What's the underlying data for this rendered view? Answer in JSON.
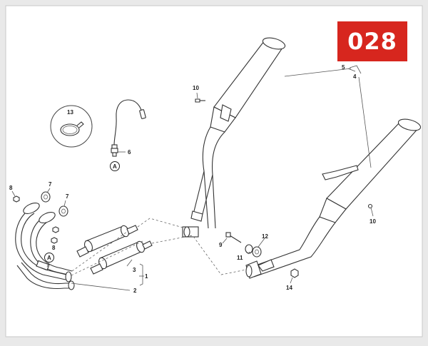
{
  "page_code": "028",
  "colors": {
    "badge": "#d7261e",
    "background": "#e9e9e9",
    "panel": "#ffffff",
    "line": "#333333"
  },
  "callouts": {
    "c1": "1",
    "c2": "2",
    "c3": "3",
    "c4": "4",
    "c5": "5",
    "c6": "6",
    "c7a": "7",
    "c7b": "7",
    "c8a": "8",
    "c8b": "8",
    "c9": "9",
    "c10a": "10",
    "c10b": "10",
    "c11": "11",
    "c12": "12",
    "c13": "13",
    "c14": "14"
  },
  "ref_marks": {
    "a1": "A",
    "a2": "A"
  }
}
